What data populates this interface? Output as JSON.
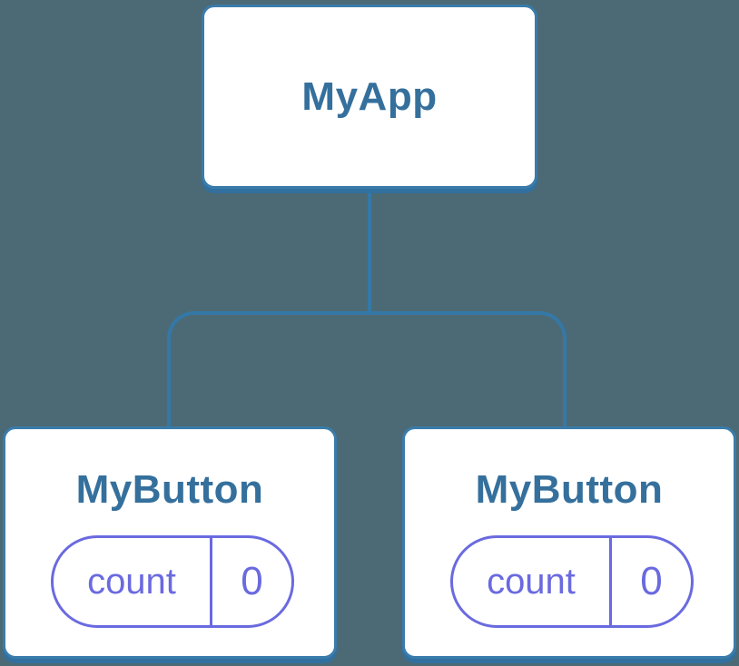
{
  "diagram": {
    "type": "component-tree",
    "colors": {
      "background": "#4c6a75",
      "card_fill": "#ffffff",
      "card_border": "#3a7cab",
      "card_shadow": "#31709f",
      "connector": "#3478a8",
      "label_text": "#35709d",
      "state_accent": "#6a6ae0"
    },
    "tree": {
      "root": {
        "label": "MyApp"
      },
      "children": [
        {
          "label": "MyButton",
          "state": {
            "key": "count",
            "value": "0"
          }
        },
        {
          "label": "MyButton",
          "state": {
            "key": "count",
            "value": "0"
          }
        }
      ]
    }
  }
}
